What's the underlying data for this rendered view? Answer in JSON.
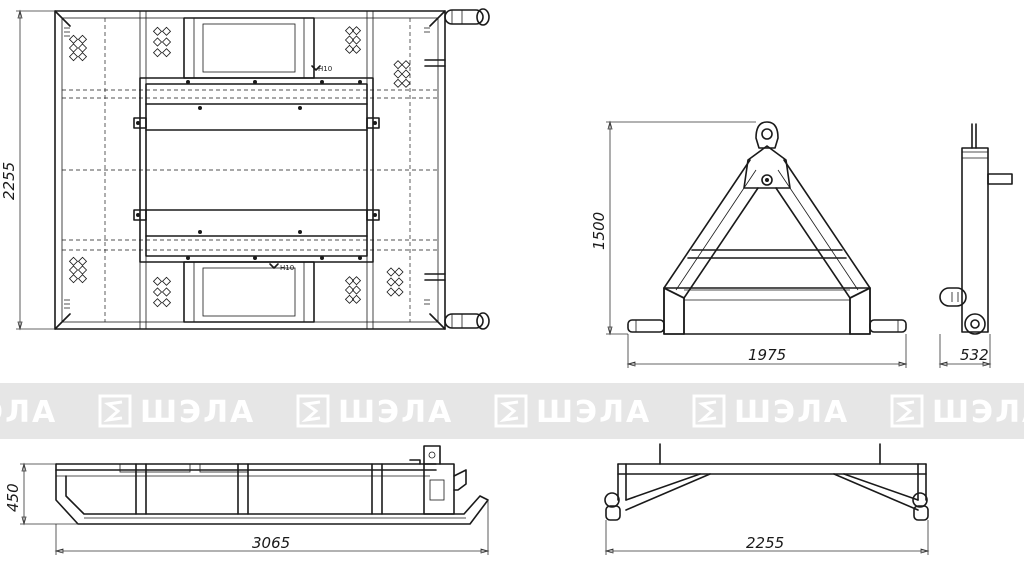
{
  "dimensions": {
    "top_height": "2255",
    "front_height": "1500",
    "front_width": "1975",
    "side_width": "532",
    "bottom_height": "450",
    "bottom_length": "3065",
    "rear_width": "2255"
  },
  "watermark": {
    "text": "ШЭЛА",
    "band_color": "#e6e6e6",
    "logo_color": "#ffffff"
  },
  "markings": {
    "top_arrow_label": "Н10",
    "bottom_arrow_label": "Н10"
  }
}
